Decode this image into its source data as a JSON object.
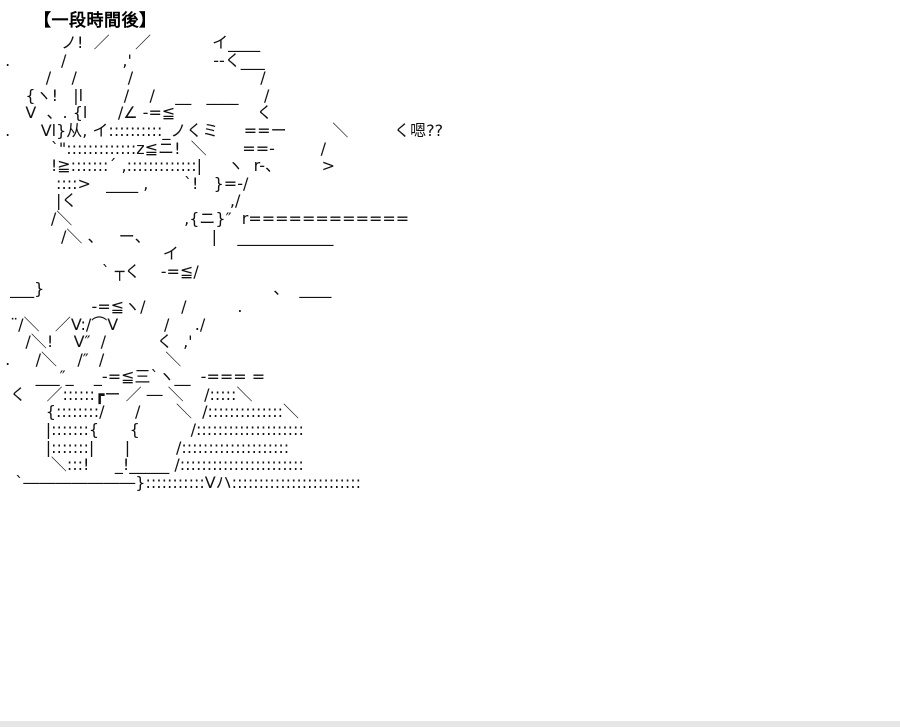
{
  "header": {
    "title": "【一段時間後】"
  },
  "art": {
    "lines": [
      "            ノ!  ／     ／            イ____",
      " .          /           ,'                --く___",
      "         /    /          /                         /",
      "     {ヽ!   |l        /    /    __   ____     /",
      "     V  、. {l      /∠ -=≦                く",
      " .      Vl}从, イ::::::::::_ノくミ     ==ー         ＼         く嗯??",
      "          `\":::::::::::::z≦ニ!  ＼       ==-         /",
      "          !≧:::::::´ ,:::::::::::::|     ヽ  r-、        >",
      "           ::::>   ____ ,       `!   }=-/",
      "           |く                              ,/",
      "          /＼                      ,{ニ}″  r============",
      "            /＼ 、   ー、            |    ____________",
      "                                イ",
      "                    ` ┬く    -=≦/",
      "  ___}                                             、  ____",
      "                  -=≦ヽ/       /          .",
      "  ¨/＼   ／V:/⌒V         /     ./",
      "     /＼!    V″  /          く  ,'",
      " .     /＼    /″  /            ＼",
      "       ___″_    _-=≦三`ヽ__  -=== =",
      "  く    ／::::::┏ー ／ ― ＼    /:::::＼",
      "         {::::::::/      /       ＼  /::::::::::::::＼",
      "         |:::::::{      {          /::::::::::::::::::::",
      "         |:::::::|      |         /::::::::::::::::::::",
      "          ＼:::!     _!_____ /:::::::::::::::::::::::",
      "   `―――――――}:::::::::::Vハ::::::::::::::::::::::::"
    ]
  }
}
